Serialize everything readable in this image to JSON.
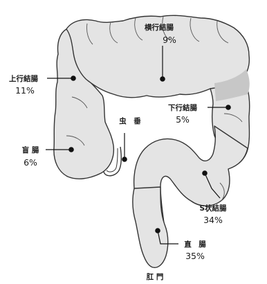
{
  "segments": {
    "transverse": {
      "name": "横行結腸",
      "percent": "9%"
    },
    "ascending": {
      "name": "上行結腸",
      "percent": "11%"
    },
    "descending": {
      "name": "下行結腸",
      "percent": "5%"
    },
    "cecum": {
      "name": "盲 腸",
      "percent": "6%"
    },
    "appendix": {
      "name": "虫　垂"
    },
    "sigmoid": {
      "name": "S状結腸",
      "percent": "34%"
    },
    "rectum": {
      "name": "直　腸",
      "percent": "35%"
    },
    "anus": {
      "name": "肛 門"
    }
  },
  "colors": {
    "organ_fill": "#e4e4e4",
    "organ_stroke": "#333333",
    "highlight_fill": "#c7c7c7"
  }
}
